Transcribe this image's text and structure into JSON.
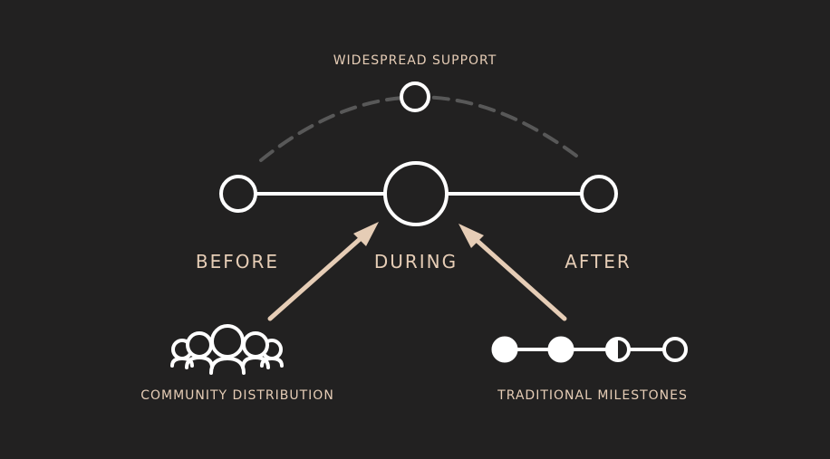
{
  "diagram": {
    "top_label": "WIDESPREAD SUPPORT",
    "stages": [
      "BEFORE",
      "DURING",
      "AFTER"
    ],
    "left_group_label": "COMMUNITY DISTRIBUTION",
    "right_group_label": "TRADITIONAL MILESTONES"
  },
  "colors": {
    "background": "#222121",
    "line": "#ffffff",
    "accent": "#e6cdb6",
    "dashed_arc": "#585858"
  },
  "icons": {
    "left": "community-people-icon",
    "right": "moon-phase-milestones-icon"
  }
}
